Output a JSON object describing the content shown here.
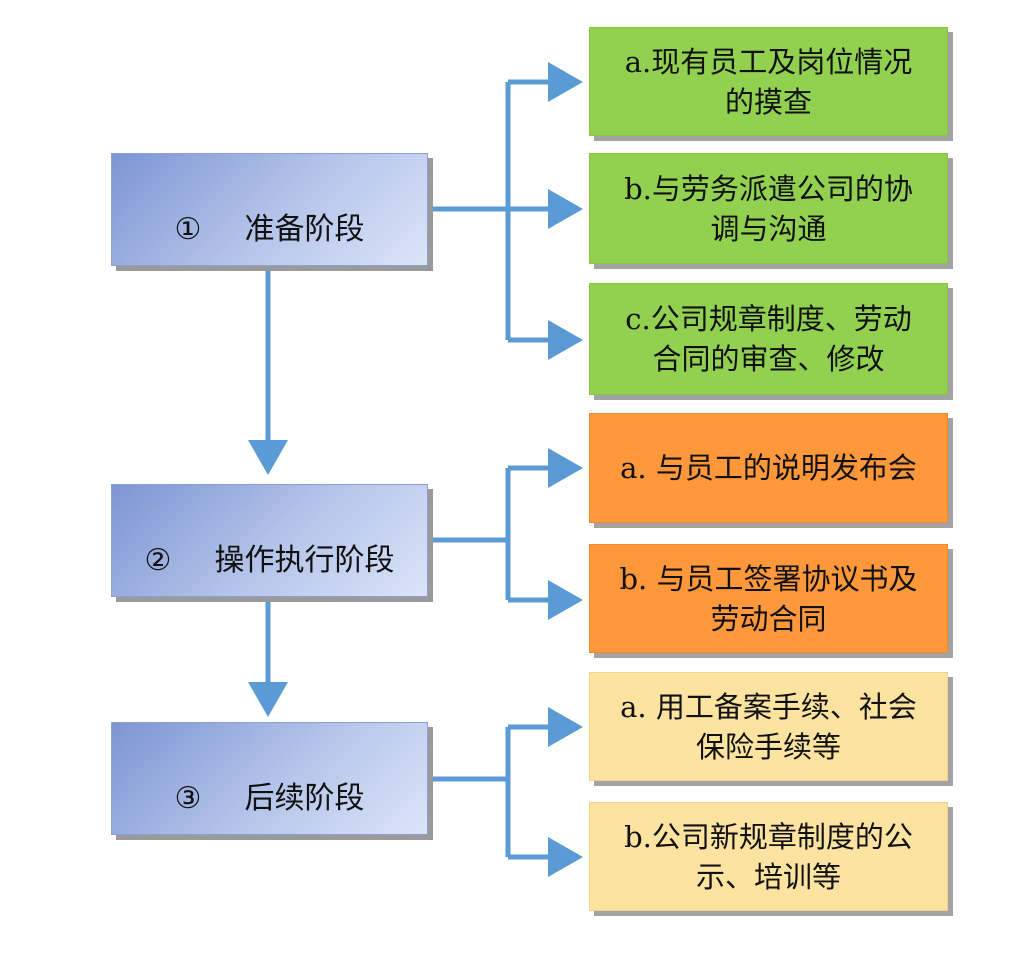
{
  "colors": {
    "connector": "#5b9bd5",
    "stage_fill": "#9fb3e3",
    "prep_task_fill": "#92d050",
    "exec_task_fill": "#ff983a",
    "follow_task_fill": "#fde3a0"
  },
  "stages": [
    {
      "number": "①",
      "label": "准备阶段",
      "tasks": [
        "a.现有员工及岗位情况\n的摸查",
        "b.与劳务派遣公司的协\n调与沟通",
        "c.公司规章制度、劳动\n合同的审查、修改"
      ]
    },
    {
      "number": "②",
      "label": "操作执行阶段",
      "tasks": [
        "a. 与员工的说明发布会",
        "b. 与员工签署协议书及\n劳动合同"
      ]
    },
    {
      "number": "③",
      "label": "后续阶段",
      "tasks": [
        "a. 用工备案手续、社会\n保险手续等",
        "b.公司新规章制度的公\n示、培训等"
      ]
    }
  ]
}
